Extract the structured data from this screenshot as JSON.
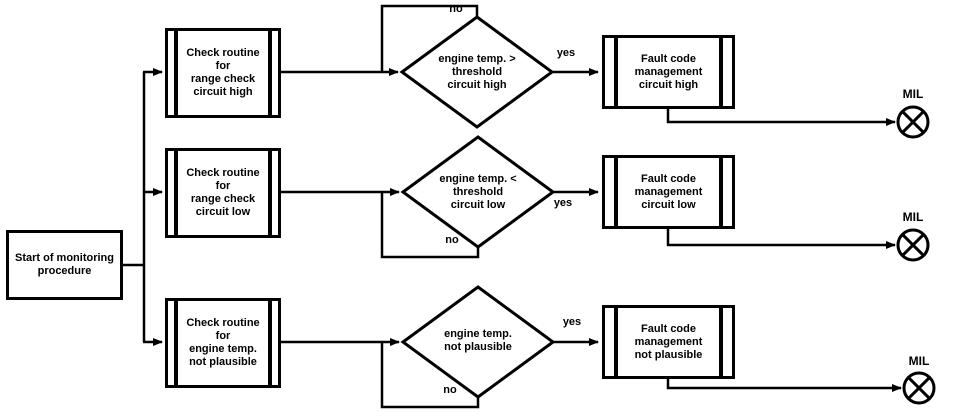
{
  "colors": {
    "background": "#ffffff",
    "ink": "#000000"
  },
  "start": {
    "lines": [
      "Start of monitoring",
      "procedure"
    ]
  },
  "rows": [
    {
      "check": {
        "lines": [
          "Check routine",
          "for",
          "range check",
          "circuit high"
        ]
      },
      "decision": {
        "lines": [
          "engine temp. >",
          "threshold",
          "circuit high"
        ]
      },
      "fault": {
        "lines": [
          "Fault code",
          "management",
          "circuit high"
        ]
      },
      "yes_label": "yes",
      "no_label": "no",
      "mil_label": "MIL"
    },
    {
      "check": {
        "lines": [
          "Check routine",
          "for",
          "range check",
          "circuit low"
        ]
      },
      "decision": {
        "lines": [
          "engine temp. <",
          "threshold",
          "circuit low"
        ]
      },
      "fault": {
        "lines": [
          "Fault code",
          "management",
          "circuit low"
        ]
      },
      "yes_label": "yes",
      "no_label": "no",
      "mil_label": "MIL"
    },
    {
      "check": {
        "lines": [
          "Check routine",
          "for",
          "engine temp.",
          "not plausible"
        ]
      },
      "decision": {
        "lines": [
          "engine temp.",
          "not plausible"
        ]
      },
      "fault": {
        "lines": [
          "Fault code",
          "management",
          "not plausible"
        ]
      },
      "yes_label": "yes",
      "no_label": "no",
      "mil_label": "MIL"
    }
  ]
}
